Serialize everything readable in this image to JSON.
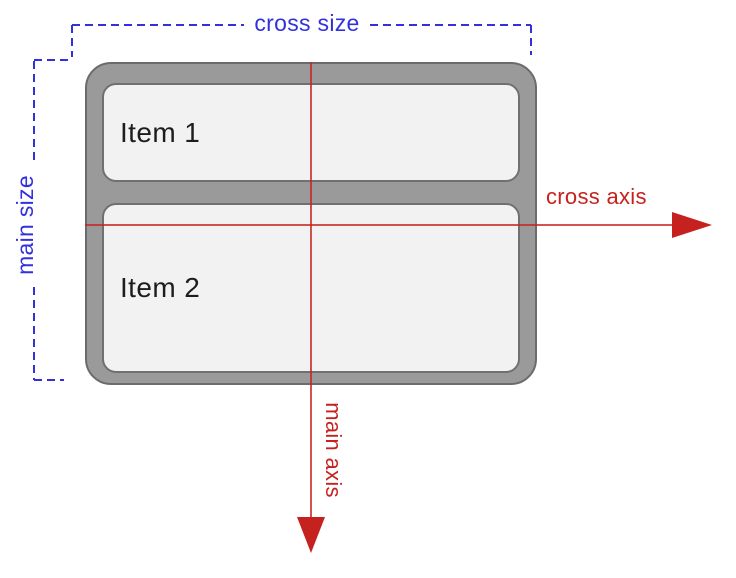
{
  "diagram": {
    "title_semantic": "flexbox column axes diagram",
    "labels": {
      "cross_size": "cross size",
      "main_size": "main size",
      "cross_axis": "cross axis",
      "main_axis": "main axis"
    },
    "container": {
      "items": [
        {
          "label": "Item 1"
        },
        {
          "label": "Item 2"
        }
      ]
    },
    "colors": {
      "blue": "#3232dd",
      "red": "#c5221f",
      "container_fill": "#9a9a9a",
      "container_outline": "#6b6b6b",
      "item_fill": "#f2f2f2",
      "item_border": "#707070",
      "item_text": "#1d1d1d",
      "bg": "#ffffff"
    }
  }
}
